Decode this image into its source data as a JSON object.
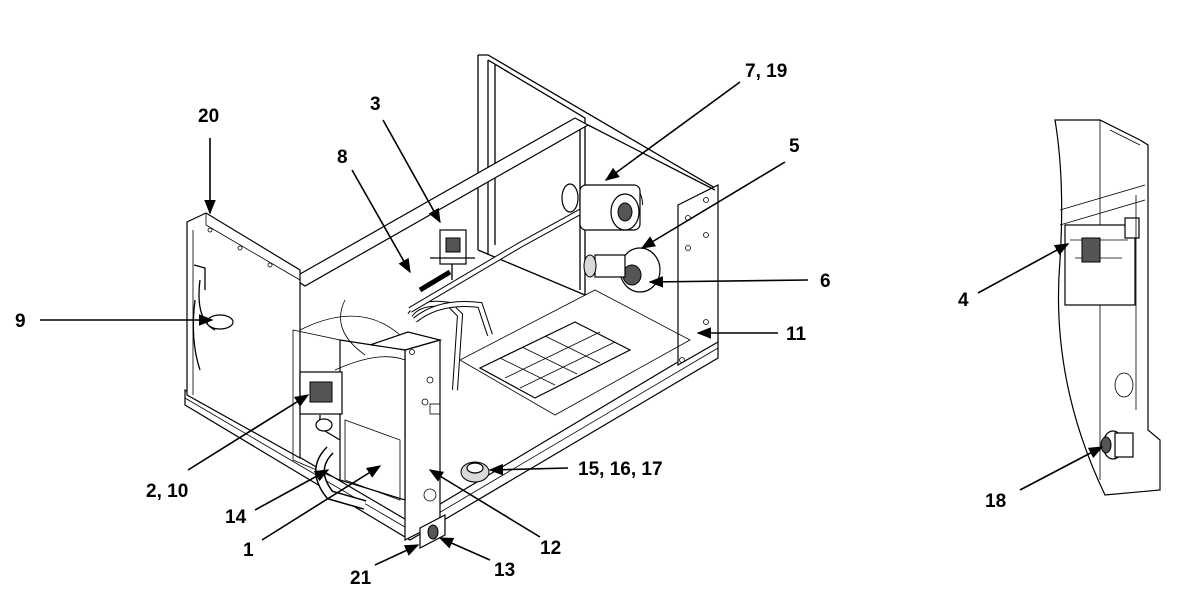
{
  "callouts": {
    "c20": "20",
    "c3": "3",
    "c8": "8",
    "c7_19": "7, 19",
    "c5": "5",
    "c6": "6",
    "c11": "11",
    "c9": "9",
    "c2_10": "2, 10",
    "c14": "14",
    "c1": "1",
    "c21": "21",
    "c13": "13",
    "c12": "12",
    "c15_16_17": "15, 16, 17",
    "c4": "4",
    "c18": "18"
  }
}
